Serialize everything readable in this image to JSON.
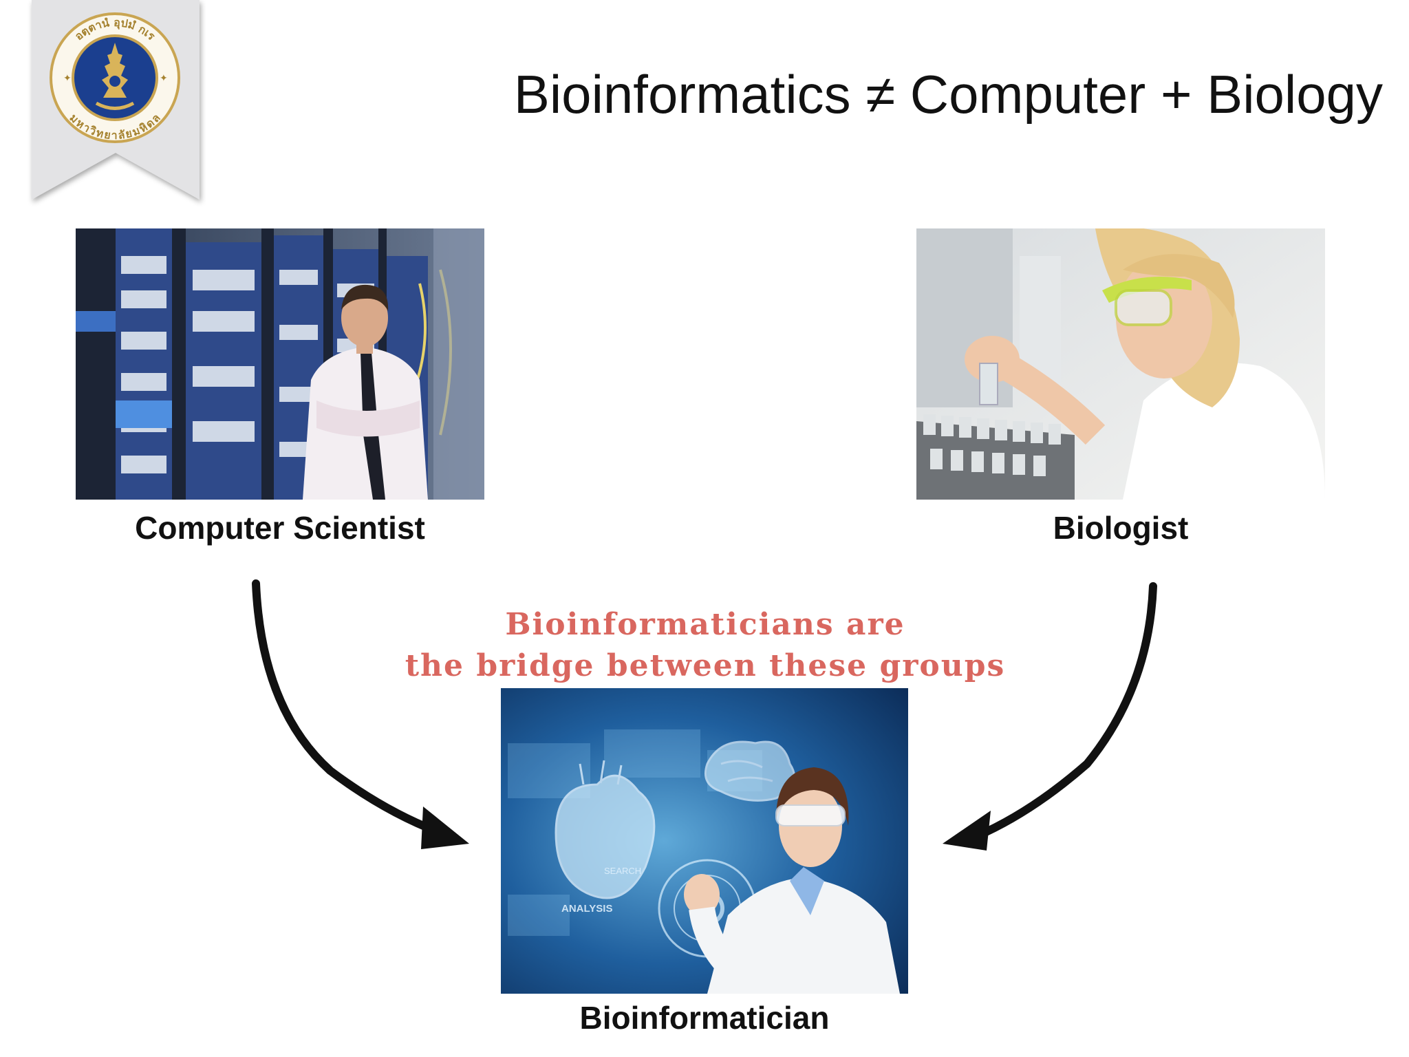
{
  "slide": {
    "title": "Bioinformatics ≠ Computer + Biology",
    "logo": {
      "icon": "mahidol-university-seal",
      "text_top": "อตฺตานํ อุปมํ กเร",
      "text_bottom": "มหาวิทยาลัยมหิดล"
    }
  },
  "roles": {
    "computer_scientist": {
      "label": "Computer Scientist",
      "image": "server-room-photo"
    },
    "biologist": {
      "label": "Biologist",
      "image": "lab-scientist-photo"
    },
    "bioinformatician": {
      "label": "Bioinformatician",
      "image": "holographic-interface-photo",
      "image_text": [
        "SEARCH",
        "ANALYSIS"
      ]
    }
  },
  "bridge_text": {
    "line1": "Bioinformaticians are",
    "line2": "the bridge between these groups"
  },
  "colors": {
    "accent": "#d9675f",
    "title": "#111111",
    "ribbon": "#e3e3e5",
    "seal_blue": "#1b3f8f",
    "seal_gold": "#c9a552"
  }
}
